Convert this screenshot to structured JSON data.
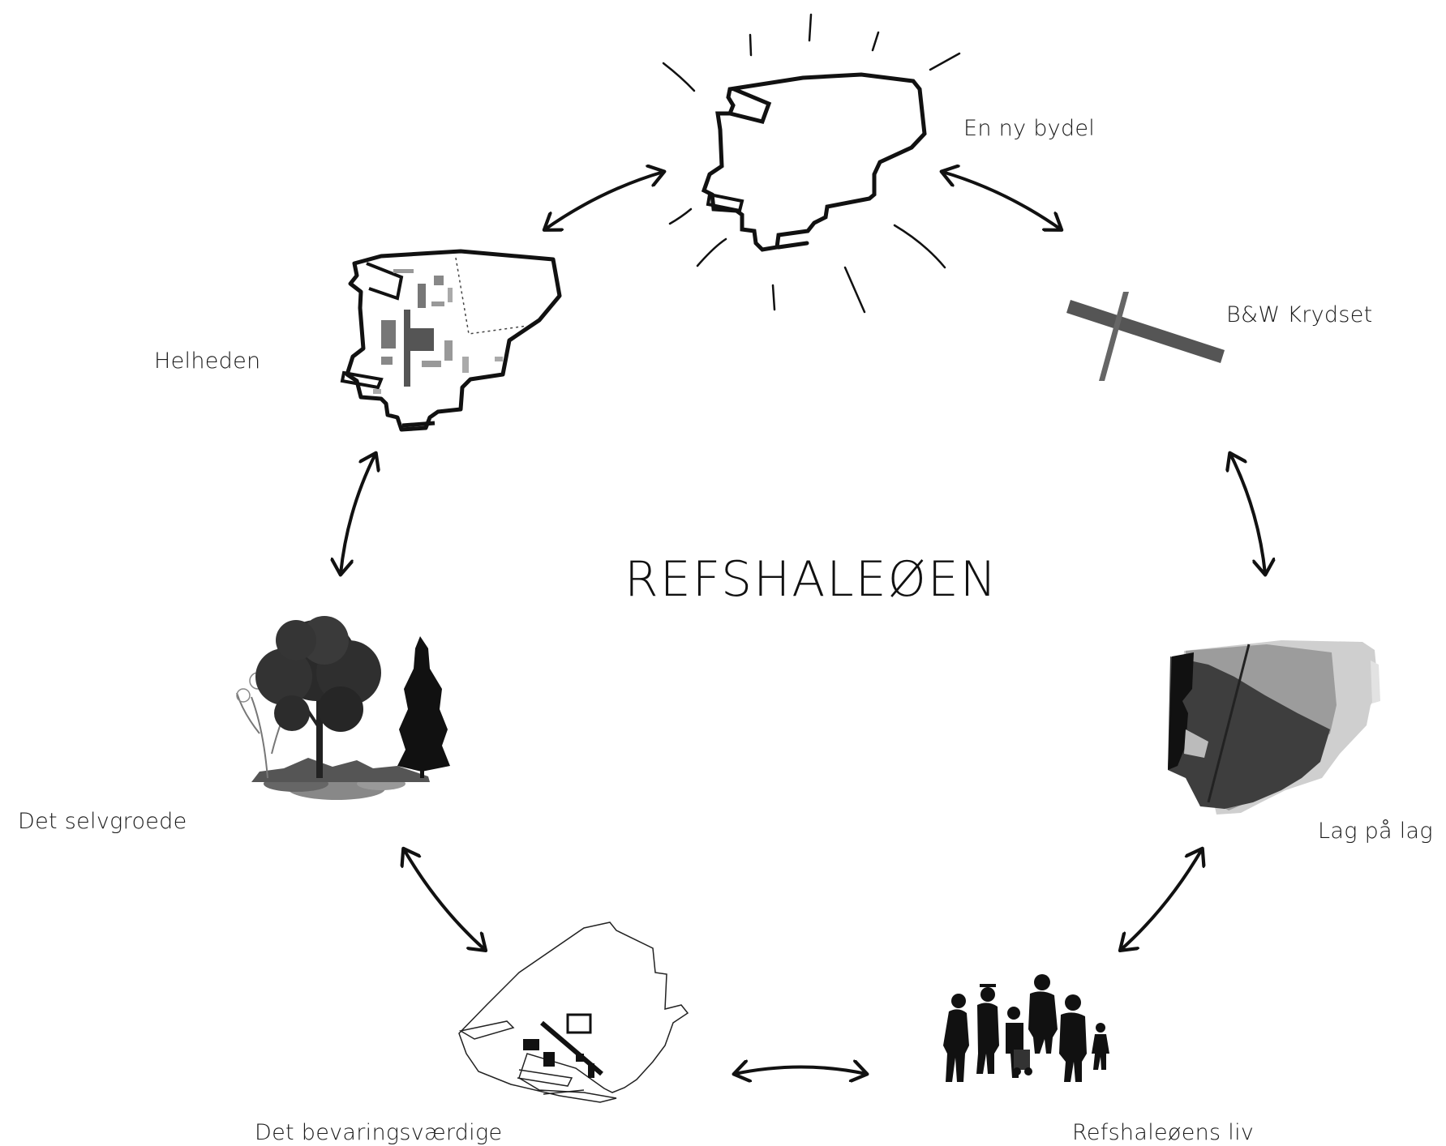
{
  "title": "REFSHALEØEN",
  "nodes": [
    {
      "id": "ny-bydel",
      "label": "En ny bydel"
    },
    {
      "id": "bw-krydset",
      "label": "B&W Krydset"
    },
    {
      "id": "lag-paa-lag",
      "label": "Lag på lag"
    },
    {
      "id": "liv",
      "label": "Refshaleøens liv"
    },
    {
      "id": "bevaringsvaerdige",
      "label": "Det bevaringsværdige"
    },
    {
      "id": "selvgroede",
      "label": "Det selvgroede"
    },
    {
      "id": "helheden",
      "label": "Helheden"
    }
  ],
  "edges": [
    {
      "from": "helheden",
      "to": "ny-bydel",
      "type": "bidirectional"
    },
    {
      "from": "ny-bydel",
      "to": "bw-krydset",
      "type": "bidirectional"
    },
    {
      "from": "bw-krydset",
      "to": "lag-paa-lag",
      "type": "bidirectional"
    },
    {
      "from": "lag-paa-lag",
      "to": "liv",
      "type": "bidirectional"
    },
    {
      "from": "liv",
      "to": "bevaringsvaerdige",
      "type": "bidirectional"
    },
    {
      "from": "bevaringsvaerdige",
      "to": "selvgroede",
      "type": "bidirectional"
    },
    {
      "from": "selvgroede",
      "to": "helheden",
      "type": "bidirectional"
    }
  ],
  "colors": {
    "ink": "#111111",
    "grey_dark": "#4a4a4a",
    "grey_mid": "#7a7a7a",
    "grey_light": "#b5b5b5"
  }
}
